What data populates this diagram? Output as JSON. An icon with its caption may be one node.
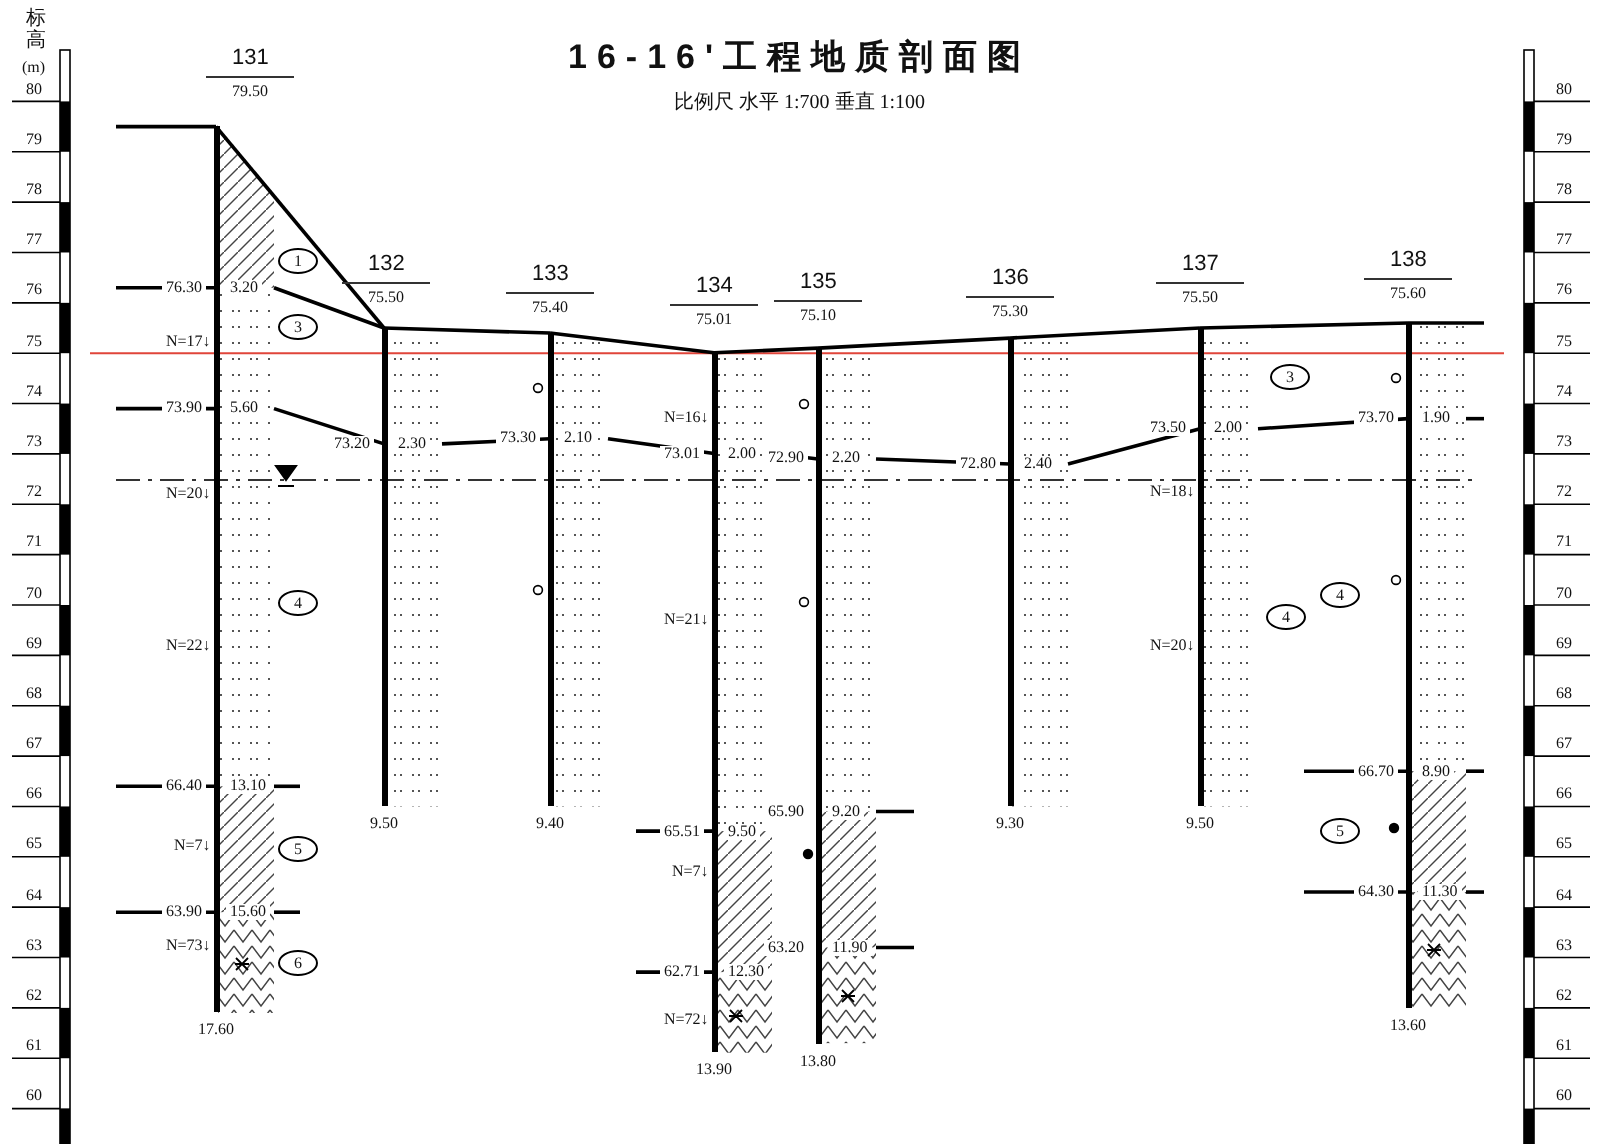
{
  "diagram": {
    "title": "16-16'工程地质剖面图",
    "nodes": [
      {
        "text": [
          "131",
          "79.50"
        ],
        "beside": [
          "17.60"
        ]
      },
      {
        "text": [
          "132",
          "75.50"
        ],
        "beside": [
          "9.50"
        ]
      },
      {
        "text": [
          "133",
          "75.40"
        ],
        "beside": [
          "9.40"
        ]
      },
      {
        "text": [
          "134",
          "75.01"
        ],
        "beside": [
          "13.90"
        ]
      },
      {
        "text": [
          "135",
          "75.10"
        ],
        "beside": [
          "13.80"
        ]
      },
      {
        "text": [
          "136",
          "75.30"
        ],
        "beside": [
          "9.30"
        ]
      },
      {
        "text": [
          "137",
          "75.50"
        ],
        "beside": [
          "9.50"
        ]
      },
      {
        "text": [
          "138",
          "75.60"
        ],
        "beside": [
          "13.60"
        ]
      },
      {
        "text": [
          "1"
        ]
      },
      {
        "text": [
          "3"
        ]
      },
      {
        "text": [
          "4"
        ]
      },
      {
        "text": [
          "5"
        ]
      },
      {
        "text": [
          "6"
        ]
      },
      {
        "text": [
          "3"
        ]
      },
      {
        "text": [
          "4"
        ]
      },
      {
        "text": [
          "4"
        ]
      },
      {
        "text": [
          "5"
        ]
      }
    ],
    "edges": [
      {
        "from": null,
        "to": 0,
        "arrow": "none"
      },
      {
        "from": 0,
        "to": 1,
        "arrow": "none"
      },
      {
        "from": 1,
        "to": 2,
        "arrow": "none"
      },
      {
        "from": 2,
        "to": 3,
        "arrow": "none"
      },
      {
        "from": 3,
        "to": 4,
        "arrow": "none"
      },
      {
        "from": 4,
        "to": 5,
        "arrow": "none"
      },
      {
        "from": 5,
        "to": 6,
        "arrow": "none"
      },
      {
        "from": 6,
        "to": 7,
        "arrow": "none"
      },
      {
        "from": 7,
        "to": null,
        "arrow": "none"
      },
      {
        "from": 0,
        "to": 1,
        "arrow": "none"
      },
      {
        "from": 0,
        "to": 1,
        "arrow": "none"
      },
      {
        "from": 1,
        "to": 2,
        "arrow": "none"
      },
      {
        "from": 2,
        "to": 3,
        "arrow": "none"
      },
      {
        "from": 3,
        "to": 4,
        "arrow": "none"
      },
      {
        "from": 4,
        "to": 5,
        "arrow": "none"
      },
      {
        "from": 5,
        "to": 6,
        "arrow": "none"
      },
      {
        "from": 6,
        "to": 7,
        "arrow": "none"
      },
      {
        "from": 7,
        "to": null,
        "arrow": "none"
      },
      {
        "from": null,
        "to": 0,
        "arrow": "none"
      },
      {
        "from": null,
        "to": 0,
        "arrow": "none"
      },
      {
        "from": null,
        "to": 0,
        "arrow": "none"
      },
      {
        "from": 0,
        "to": null,
        "arrow": "none"
      },
      {
        "from": null,
        "to": 0,
        "arrow": "none"
      },
      {
        "from": 0,
        "to": null,
        "arrow": "none"
      },
      {
        "from": null,
        "to": 3,
        "arrow": "none"
      },
      {
        "from": null,
        "to": 3,
        "arrow": "none"
      },
      {
        "from": 4,
        "to": null,
        "arrow": "none"
      },
      {
        "from": 4,
        "to": null,
        "arrow": "none"
      },
      {
        "from": null,
        "to": 7,
        "arrow": "none"
      },
      {
        "from": 7,
        "to": null,
        "arrow": "none"
      },
      {
        "from": null,
        "to": 7,
        "arrow": "none"
      },
      {
        "from": 7,
        "to": null,
        "arrow": "none"
      }
    ],
    "labels": [
      "比例尺 水平 1:700 垂直 1:100",
      "标高",
      "(m)",
      "80",
      "79",
      "78",
      "77",
      "76",
      "75",
      "74",
      "73",
      "72",
      "71",
      "70",
      "69",
      "68",
      "67",
      "66",
      "65",
      "64",
      "63",
      "62",
      "61",
      "60",
      "80",
      "79",
      "78",
      "77",
      "76",
      "75",
      "74",
      "73",
      "72",
      "71",
      "70",
      "69",
      "68",
      "67",
      "66",
      "65",
      "64",
      "63",
      "62",
      "61",
      "60",
      "N=17↓",
      "N=20↓",
      "N=22↓",
      "N=7↓",
      "N=73↓",
      "N=16↓",
      "N=21↓",
      "N=7↓",
      "N=72↓",
      "N=18↓",
      "N=20↓",
      "76.30",
      "3.20",
      "73.90",
      "5.60",
      "66.40",
      "13.10",
      "63.90",
      "15.60",
      "73.20",
      "2.30",
      "73.30",
      "2.10",
      "73.01",
      "2.00",
      "65.51",
      "9.50",
      "62.71",
      "12.30",
      "72.90",
      "2.20",
      "65.90",
      "9.20",
      "63.20",
      "11.90",
      "72.80",
      "2.40",
      "73.50",
      "2.00",
      "73.70",
      "1.90",
      "66.70",
      "8.90",
      "64.30",
      "11.30"
    ]
  }
}
